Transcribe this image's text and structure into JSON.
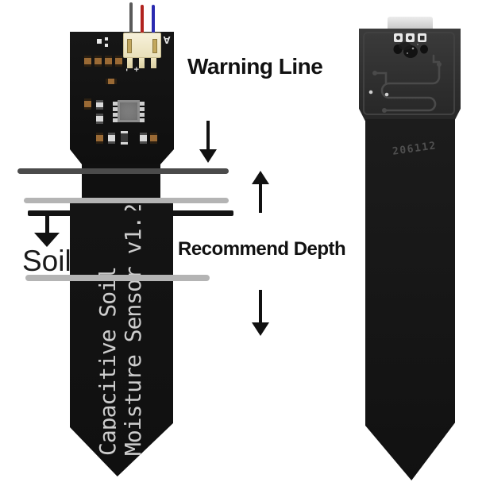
{
  "annotations": {
    "warning_line": "Warning Line",
    "recommend_depth": "Recommend Depth",
    "soil": "Soil"
  },
  "front_board": {
    "silkscreen_col1": "Capacitive Soil",
    "silkscreen_col2": "Moisture Sensor v1.2",
    "marking_a": "A",
    "pin_minus": "-",
    "pin_plus": "+"
  },
  "back_board": {
    "serial": "206112"
  },
  "colors": {
    "background": "#ffffff",
    "board_front_black": "#121212",
    "board_back_gray": "#2e2e2e",
    "connector_beige": "#efe6c4",
    "wire_gray": "#5a5a5a",
    "wire_red": "#b1231f",
    "wire_blue": "#2b2bb0",
    "warning_line_dark_gray": "#4b4b4b",
    "depth_line_light_gray": "#b4b4b4",
    "soil_line_black": "#141414",
    "annotation_text": "#111111",
    "silkscreen_text": "#cdcdcd",
    "trace_gray": "#4a4a4a"
  }
}
